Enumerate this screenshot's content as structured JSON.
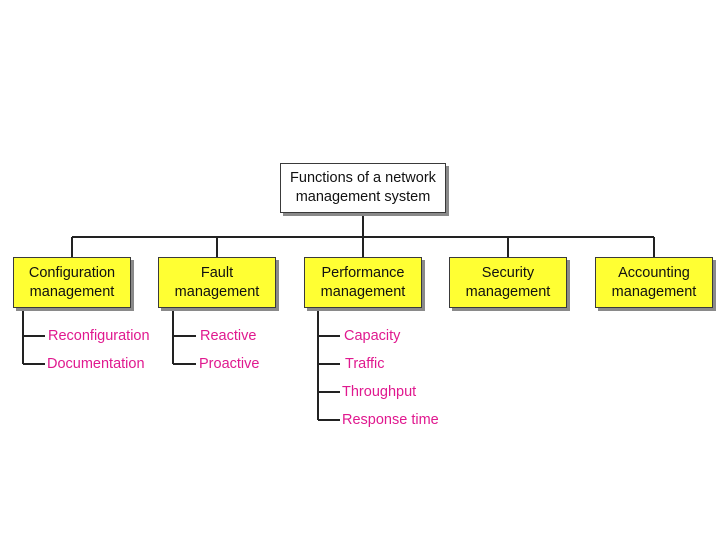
{
  "diagram": {
    "root": {
      "label": "Functions of a network\nmanagement system"
    },
    "categories": [
      {
        "label": "Configuration\nmanagement",
        "items": [
          "Reconfiguration",
          "Documentation"
        ]
      },
      {
        "label": "Fault\nmanagement",
        "items": [
          "Reactive",
          "Proactive"
        ]
      },
      {
        "label": "Performance\nmanagement",
        "items": [
          "Capacity",
          "Traffic",
          "Throughput",
          "Response time"
        ]
      },
      {
        "label": "Security\nmanagement",
        "items": []
      },
      {
        "label": "Accounting\nmanagement",
        "items": []
      }
    ],
    "colors": {
      "category_fill": "#ffff33",
      "sub_text": "#e0198f",
      "line": "#222222",
      "shadow": "#8a8a8a"
    }
  }
}
